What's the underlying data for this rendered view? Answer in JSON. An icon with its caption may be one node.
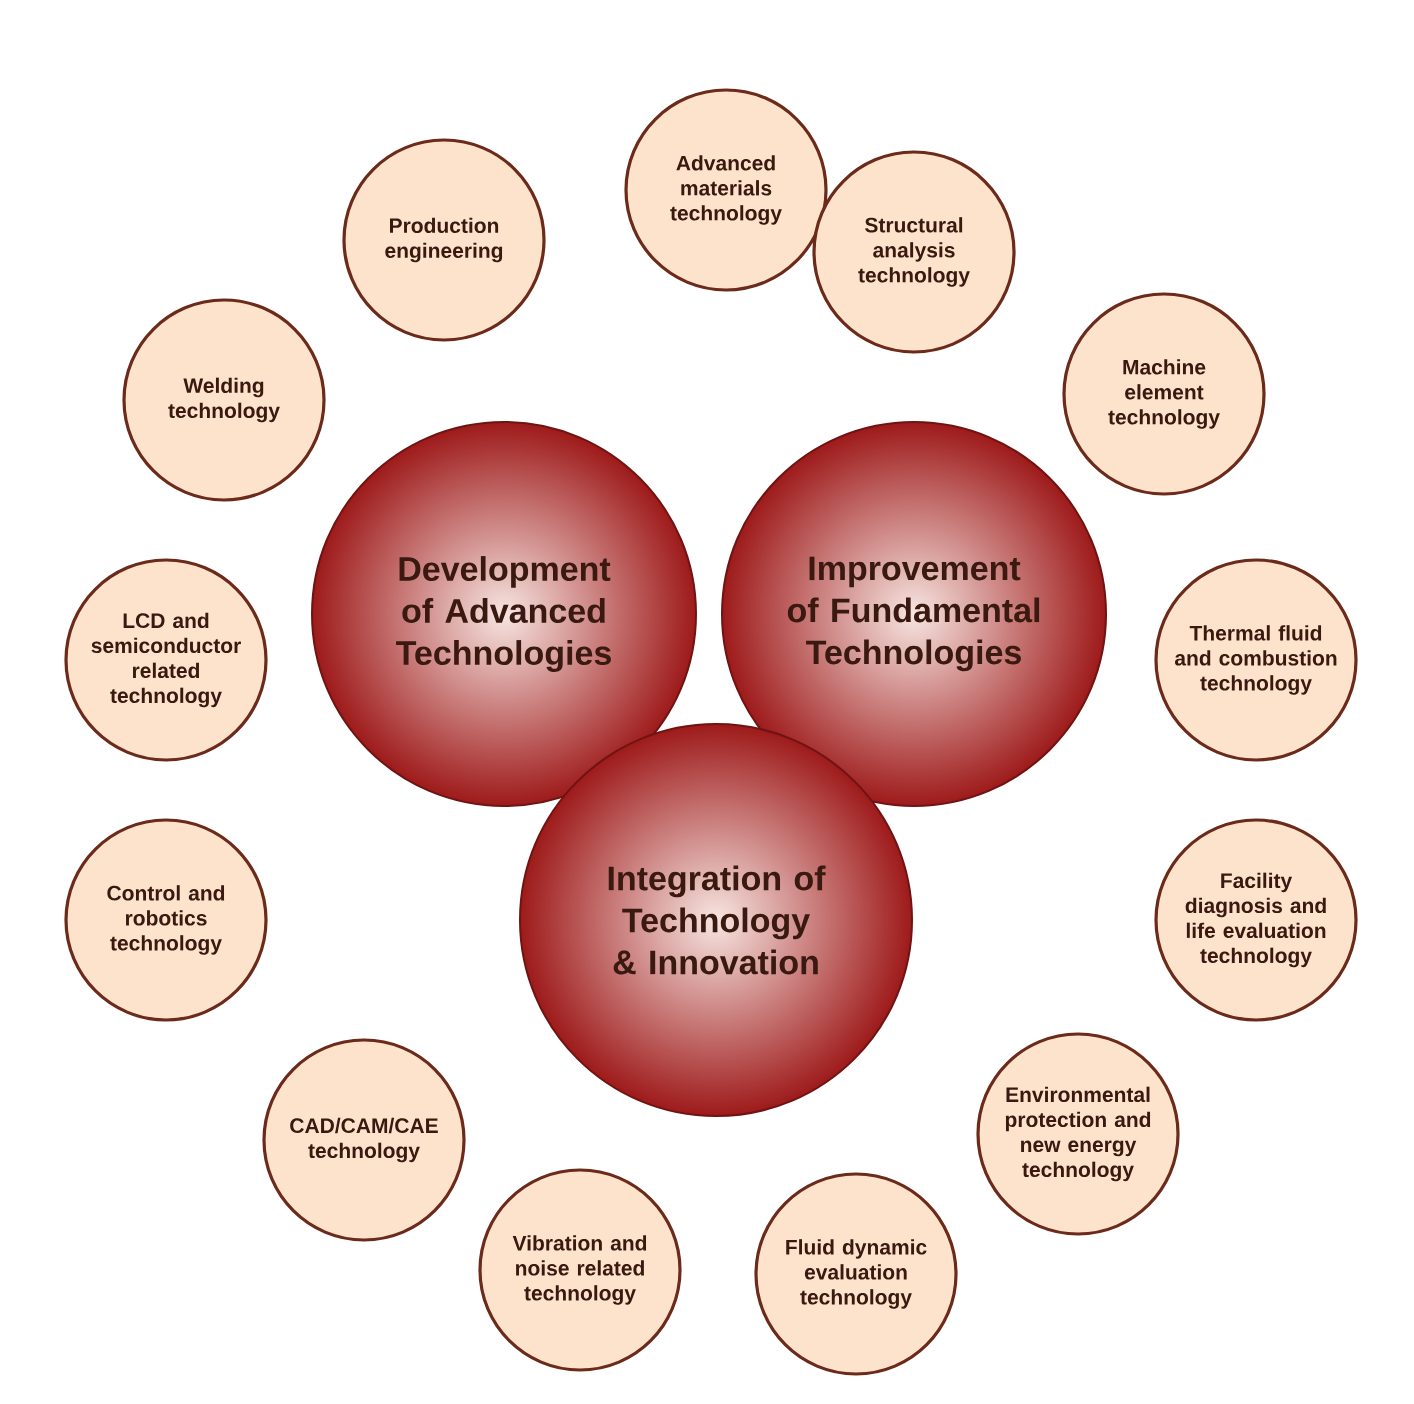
{
  "diagram": {
    "nodes": [
      {
        "text": [
          "Development of Advanced Technologies"
        ]
      },
      {
        "text": [
          "Improvement of Fundamental Technologies"
        ]
      },
      {
        "text": [
          "Integration of Technology & Innovation"
        ]
      },
      {
        "text": [
          "Advanced materials technology"
        ]
      },
      {
        "text": [
          "Structural analysis technology"
        ]
      },
      {
        "text": [
          "Machine element technology"
        ]
      },
      {
        "text": [
          "Thermal fluid and combustion technology"
        ]
      },
      {
        "text": [
          "Facility diagnosis and life evaluation technology"
        ]
      },
      {
        "text": [
          "Environmental protection and new energy technology"
        ]
      },
      {
        "text": [
          "Fluid dynamic evaluation technology"
        ]
      },
      {
        "text": [
          "Vibration and noise related technology"
        ]
      },
      {
        "text": [
          "CAD/CAM/CAE technology"
        ]
      },
      {
        "text": [
          "Control and robotics technology"
        ]
      },
      {
        "text": [
          "LCD and semiconductor related technology"
        ]
      },
      {
        "text": [
          "Welding technology"
        ]
      },
      {
        "text": [
          "Production engineering"
        ]
      }
    ]
  }
}
